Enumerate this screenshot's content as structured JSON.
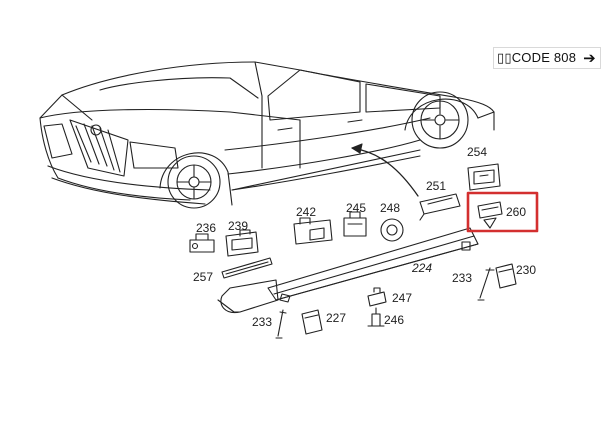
{
  "header": {
    "code_label": "▯▯CODE 808",
    "arrow_icon": "right-arrow-icon"
  },
  "highlight": {
    "color": "#d32f2f",
    "target_label": "260"
  },
  "part_labels": {
    "p224": "224",
    "p227": "227",
    "p230": "230",
    "p233a": "233",
    "p233b": "233",
    "p236": "236",
    "p239": "239",
    "p242": "242",
    "p245": "245",
    "p246": "246",
    "p247": "247",
    "p248": "248",
    "p251": "251",
    "p254": "254",
    "p257": "257",
    "p260": "260"
  }
}
